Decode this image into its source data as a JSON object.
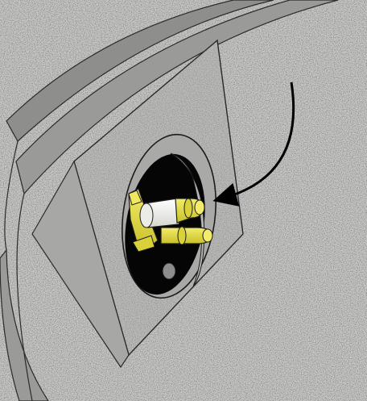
{
  "figure": {
    "kind": "technical-illustration",
    "subject": "wall-penetration-with-pipe-fitting",
    "annotation": "curved-arrow-pointing-to-fitting",
    "colors": {
      "concrete": "#c9c9c7",
      "concrete_dark": "#a9a9a7",
      "recess": "#b5b5b3",
      "hole": "#050505",
      "fitting": "#e8e04a",
      "fitting_shadow": "#b9b21e",
      "pipe_white": "#f4f4f0",
      "outline": "#1c1c1c",
      "arrow": "#000000"
    }
  }
}
